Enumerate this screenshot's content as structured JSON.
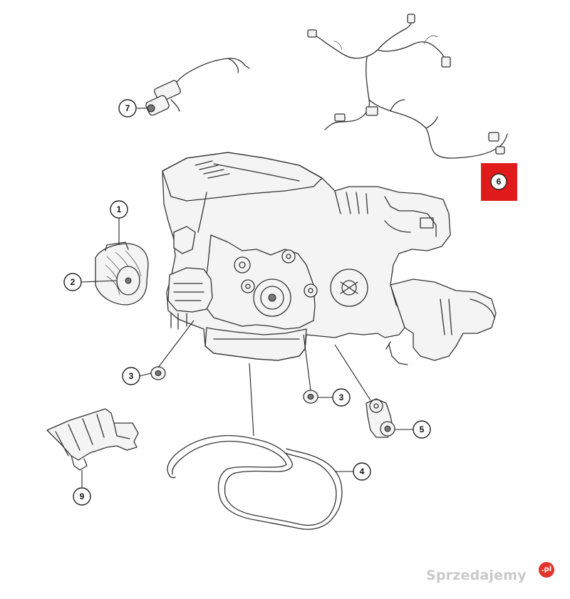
{
  "callouts": {
    "c1": "1",
    "c2": "2",
    "c3a": "3",
    "c3b": "3",
    "c4": "4",
    "c5": "5",
    "c6": "6",
    "c7": "7",
    "c9": "9"
  },
  "highlight_color": "#e11b1b",
  "watermark": {
    "brand": "Sprzedajemy",
    "suffix": ".pl",
    "accent": "#e4332b"
  },
  "parts": [
    {
      "id": "1",
      "name": "fan-icon"
    },
    {
      "id": "2",
      "name": "pulley-icon"
    },
    {
      "id": "3",
      "name": "idler-pulley-icon"
    },
    {
      "id": "4",
      "name": "serpentine-belt-icon"
    },
    {
      "id": "5",
      "name": "tensioner-icon"
    },
    {
      "id": "6",
      "name": "wiring-harness-icon"
    },
    {
      "id": "7",
      "name": "sensor-icon"
    },
    {
      "id": "9",
      "name": "heat-shield-icon"
    }
  ]
}
